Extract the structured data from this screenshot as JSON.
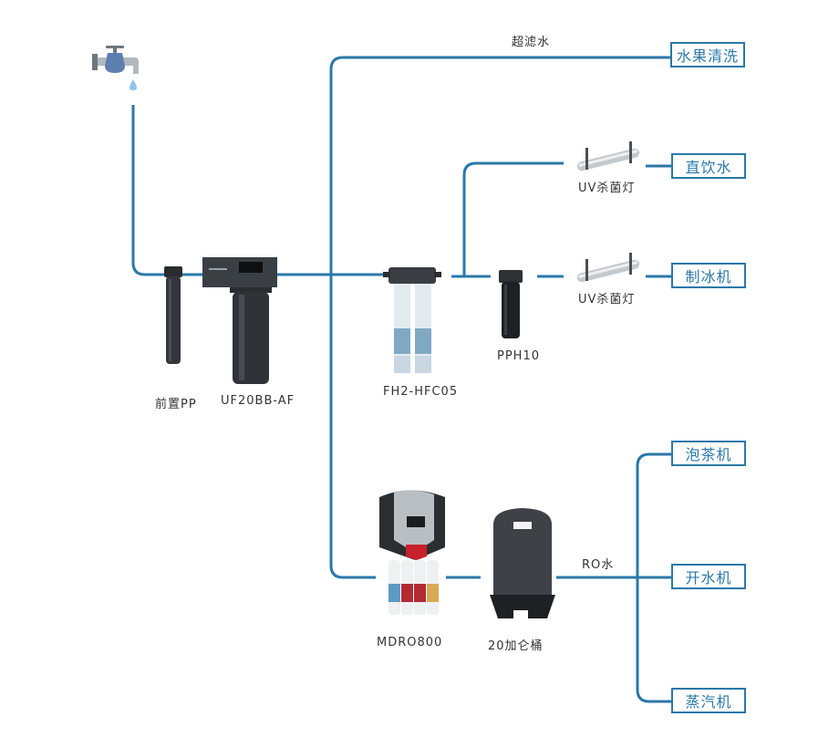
{
  "diagram": {
    "title": "water purification system flow",
    "pipe_color": "#2a78a8",
    "line_labels": {
      "ultrafiltered": "超滤水",
      "ro_water": "RO水"
    },
    "devices": {
      "faucet": {
        "name": "faucet"
      },
      "pre_pp": {
        "label": "前置PP"
      },
      "uf": {
        "label": "UF20BB-AF"
      },
      "fh2": {
        "label": "FH2-HFC05"
      },
      "pph10": {
        "label": "PPH10"
      },
      "uv1": {
        "label": "UV杀菌灯"
      },
      "uv2": {
        "label": "UV杀菌灯"
      },
      "mdro": {
        "label": "MDRO800"
      },
      "tank": {
        "label": "20加仑桶"
      }
    },
    "destinations": {
      "fruit_wash": "水果清洗",
      "direct_drink": "直饮水",
      "ice_maker": "制冰机",
      "tea_maker": "泡茶机",
      "water_boiler": "开水机",
      "steamer": "蒸汽机"
    }
  }
}
